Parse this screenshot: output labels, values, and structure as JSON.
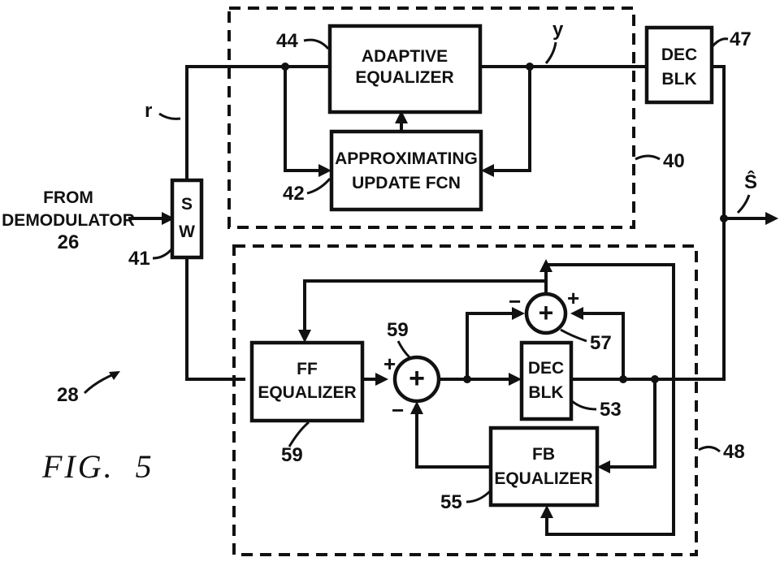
{
  "figure": {
    "caption": "FIG.  5"
  },
  "blocks": {
    "adaptive_equalizer": [
      "ADAPTIVE",
      "EQUALIZER"
    ],
    "approximating_update": [
      "APPROXIMATING",
      "UPDATE  FCN"
    ],
    "dec_blk_top": [
      "DEC",
      "BLK"
    ],
    "switch": [
      "S",
      "W"
    ],
    "ff_equalizer": [
      "FF",
      "EQUALIZER"
    ],
    "dec_blk_bottom": [
      "DEC",
      "BLK"
    ],
    "fb_equalizer": [
      "FB",
      "EQUALIZER"
    ]
  },
  "input_label": [
    "FROM",
    "DEMODULATOR",
    "26"
  ],
  "signals": {
    "r": "r",
    "y": "y",
    "s_hat": "Ŝ"
  },
  "signs": {
    "sum59_plus": "+",
    "sum59_minus": "−",
    "sum57_minus": "−",
    "sum57_plus": "+",
    "sum_symbol": "+"
  },
  "reference_numerals": {
    "n44": "44",
    "n42": "42",
    "n40": "40",
    "n47": "47",
    "n41": "41",
    "n59_sum": "59",
    "n59_ff": "59",
    "n57": "57",
    "n53": "53",
    "n55": "55",
    "n48": "48",
    "n28": "28"
  }
}
